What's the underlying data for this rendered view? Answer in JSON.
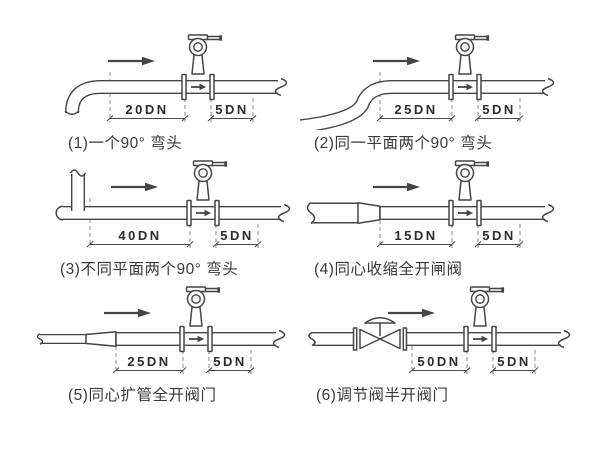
{
  "figure": {
    "description": "Vortex flowmeter straight-run installation requirements, six piping configurations",
    "colors": {
      "line": "#454545",
      "background": "#ffffff",
      "dash": "#8a8a8a",
      "text": "#2c2c2c"
    },
    "panels": [
      {
        "caption": "(1)一个90° 弯头",
        "upstream": "20DN",
        "downstream": "5DN"
      },
      {
        "caption": "(2)同一平面两个90° 弯头",
        "upstream": "25DN",
        "downstream": "5DN"
      },
      {
        "caption": "(3)不同平面两个90° 弯头",
        "upstream": "40DN",
        "downstream": "5DN"
      },
      {
        "caption": "(4)同心收缩全开闸阀",
        "upstream": "15DN",
        "downstream": "5DN"
      },
      {
        "caption": "(5)同心扩管全开阀门",
        "upstream": "25DN",
        "downstream": "5DN"
      },
      {
        "caption": "(6)调节阀半开阀门",
        "upstream": "50DN",
        "downstream": "5DN"
      }
    ]
  }
}
